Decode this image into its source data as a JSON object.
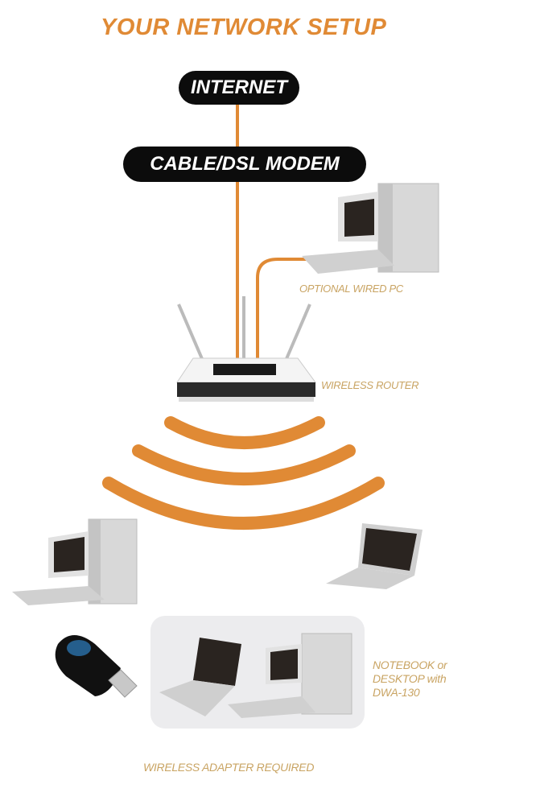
{
  "title": "YOUR NETWORK SETUP",
  "nodes": {
    "internet": "INTERNET",
    "modem": "CABLE/DSL MODEM",
    "wired_pc": "OPTIONAL WIRED PC",
    "router": "WIRELESS ROUTER",
    "client_line1": "NOTEBOOK or",
    "client_line2": "DESKTOP with",
    "client_line3": "DWA-130",
    "adapter": "WIRELESS ADAPTER REQUIRED"
  },
  "colors": {
    "accent": "#e08a35",
    "label": "#c9a463",
    "pill": "#0c0c0c"
  }
}
